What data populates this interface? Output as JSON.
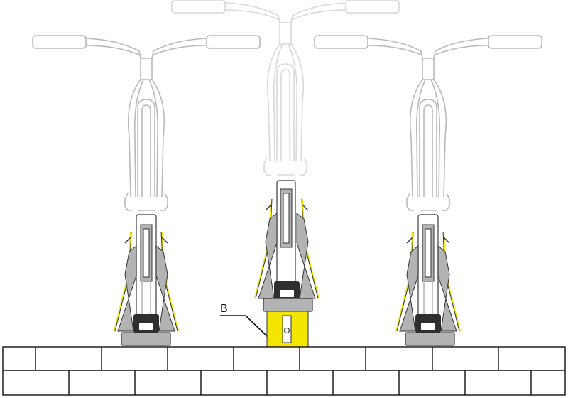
{
  "diagram": {
    "callout": {
      "label": "B"
    },
    "colors": {
      "background": "#ffffff",
      "bike_outline": "#b9b9b9",
      "bike_outline_faded": "#d9d9d9",
      "rack_gray": "#b3b3b3",
      "rack_outline": "#333333",
      "yellow": "#f2e600",
      "clamp_dark": "#2e2e2e",
      "wall_line": "#111111"
    },
    "bikes": [
      {
        "id": "left",
        "state": "docked"
      },
      {
        "id": "center",
        "state": "lifted"
      },
      {
        "id": "right",
        "state": "docked"
      }
    ]
  }
}
